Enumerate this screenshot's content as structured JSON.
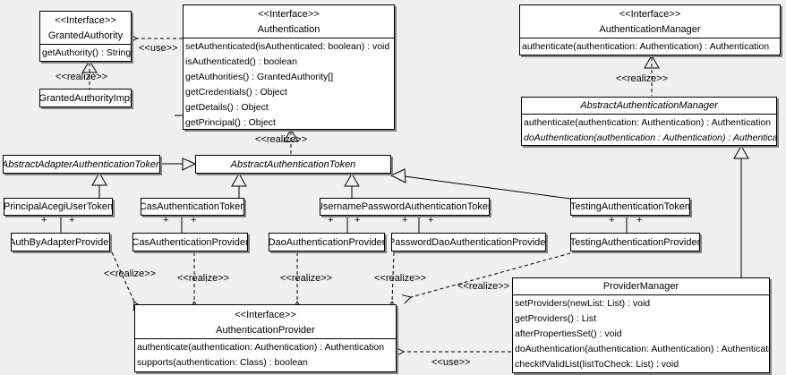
{
  "diagram": {
    "background_color": "#f0f0f0",
    "box_fill": "#ffffff",
    "line_color": "#000000",
    "shadow_color": "#848484"
  },
  "edge_labels": {
    "use": "<<use>>",
    "realize": "<<realize>>",
    "plus": "+"
  },
  "classes": {
    "granted_authority": {
      "stereotype": "<<Interface>>",
      "name": "GrantedAuthority",
      "methods": [
        "getAuthority() : String"
      ]
    },
    "granted_authority_impl": {
      "name": "GrantedAuthorityImpl"
    },
    "authentication": {
      "stereotype": "<<Interface>>",
      "name": "Authentication",
      "methods": [
        "setAuthenticated(isAuthenticated: boolean) : void",
        "isAuthenticated() : boolean",
        "getAuthorities() : GrantedAuthority[]",
        "getCredentials() : Object",
        "getDetails() : Object",
        "getPrincipal() : Object"
      ]
    },
    "authentication_manager": {
      "stereotype": "<<Interface>>",
      "name": "AuthenticationManager",
      "methods": [
        "authenticate(authentication: Authentication) : Authentication"
      ]
    },
    "abstract_authentication_manager": {
      "name": "AbstractAuthenticationManager",
      "methods": [
        "authenticate(authentication: Authentication) : Authentication",
        "doAuthentication(authentication : Authentication) : Authentication"
      ]
    },
    "abstract_adapter_authentication_token": {
      "name": "AbstractAdapterAuthenticationToken"
    },
    "abstract_authentication_token": {
      "name": "AbstractAuthenticationToken"
    },
    "principal_acegi_user_token": {
      "name": "PrincipalAcegiUserToken"
    },
    "cas_authentication_token": {
      "name": "CasAuthenticationToken"
    },
    "username_password_authentication_token": {
      "name": "UsernamePasswordAuthenticationToken"
    },
    "testing_authentication_token": {
      "name": "TestingAuthenticationToken"
    },
    "auth_by_adapter_provider": {
      "name": "AuthByAdapterProvider"
    },
    "cas_authentication_provider": {
      "name": "CasAuthenticationProvider"
    },
    "dao_authentication_provider": {
      "name": "DaoAuthenticationProvider"
    },
    "password_dao_authentication_provider": {
      "name": "PasswordDaoAuthenticationProvider"
    },
    "testing_authentication_provider": {
      "name": "TestingAuthenticationProvider"
    },
    "authentication_provider": {
      "stereotype": "<<Interface>>",
      "name": "AuthenticationProvider",
      "methods": [
        "authenticate(authentication: Authentication) : Authentication",
        "supports(authentication: Class) : boolean"
      ]
    },
    "provider_manager": {
      "name": "ProviderManager",
      "methods": [
        "setProviders(newList: List) : void",
        "getProviders() : List",
        "afterPropertiesSet() : void",
        "doAuthentication(authentication: Authentication) : Authentication",
        "checkIfValidList(listToCheck: List) : void"
      ]
    }
  }
}
